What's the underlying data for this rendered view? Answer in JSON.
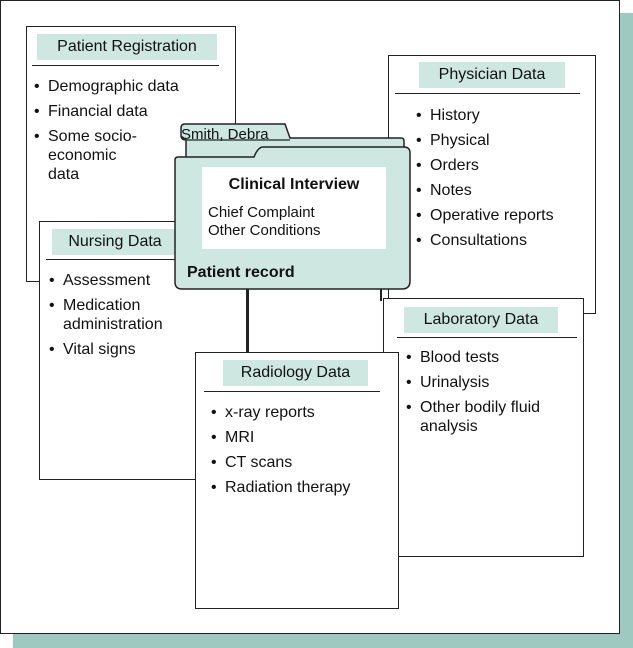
{
  "patient_registration": {
    "title": "Patient Registration",
    "items": [
      "Demographic data",
      "Financial data",
      "Some socio-\neconomic\ndata"
    ]
  },
  "physician_data": {
    "title": "Physician Data",
    "items": [
      "History",
      "Physical",
      "Orders",
      "Notes",
      "Operative reports",
      "Consultations"
    ]
  },
  "nursing_data": {
    "title": "Nursing Data",
    "items": [
      "Assessment",
      "Medication\nadministration",
      "Vital signs"
    ]
  },
  "laboratory_data": {
    "title": "Laboratory Data",
    "items": [
      "Blood tests",
      "Urinalysis",
      "Other bodily fluid\nanalysis"
    ]
  },
  "radiology_data": {
    "title": "Radiology Data",
    "items": [
      "x-ray reports",
      "MRI",
      "CT scans",
      "Radiation therapy"
    ]
  },
  "folder": {
    "tab_name": "Smith, Debra",
    "interview_title": "Clinical Interview",
    "interview_lines": [
      "Chief Complaint",
      "Other Conditions"
    ],
    "label": "Patient record"
  },
  "colors": {
    "header_fill": "#cfe7e1",
    "folder_fill": "#cfe7e1",
    "shadow": "#9ec9c1",
    "stroke": "#222222"
  }
}
